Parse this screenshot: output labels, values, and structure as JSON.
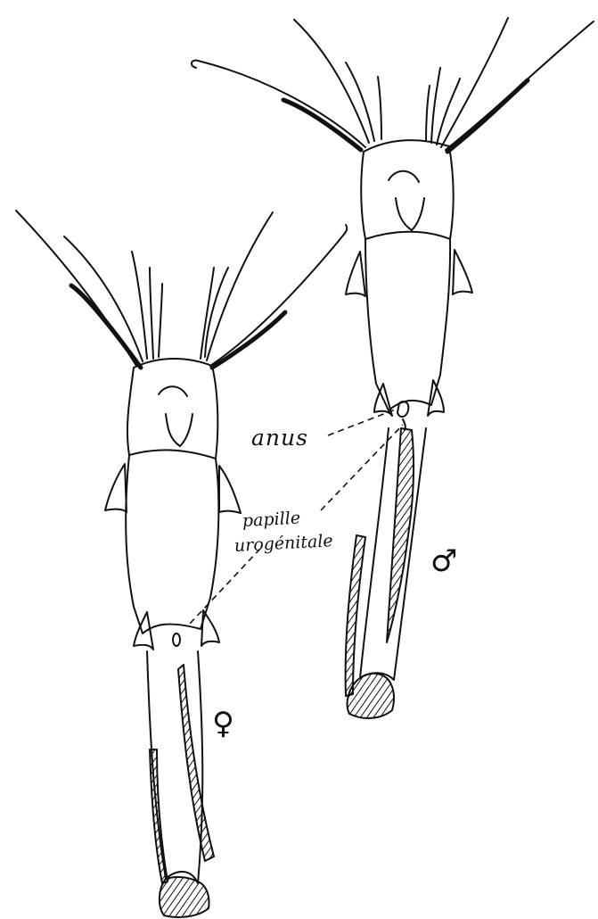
{
  "labels": {
    "anus": "anus",
    "papille_line1": "papille",
    "papille_line2": "urogénitale"
  },
  "symbols": {
    "male": "♂",
    "female": "♀"
  },
  "colors": {
    "ink": "#111111",
    "background": "#ffffff"
  }
}
